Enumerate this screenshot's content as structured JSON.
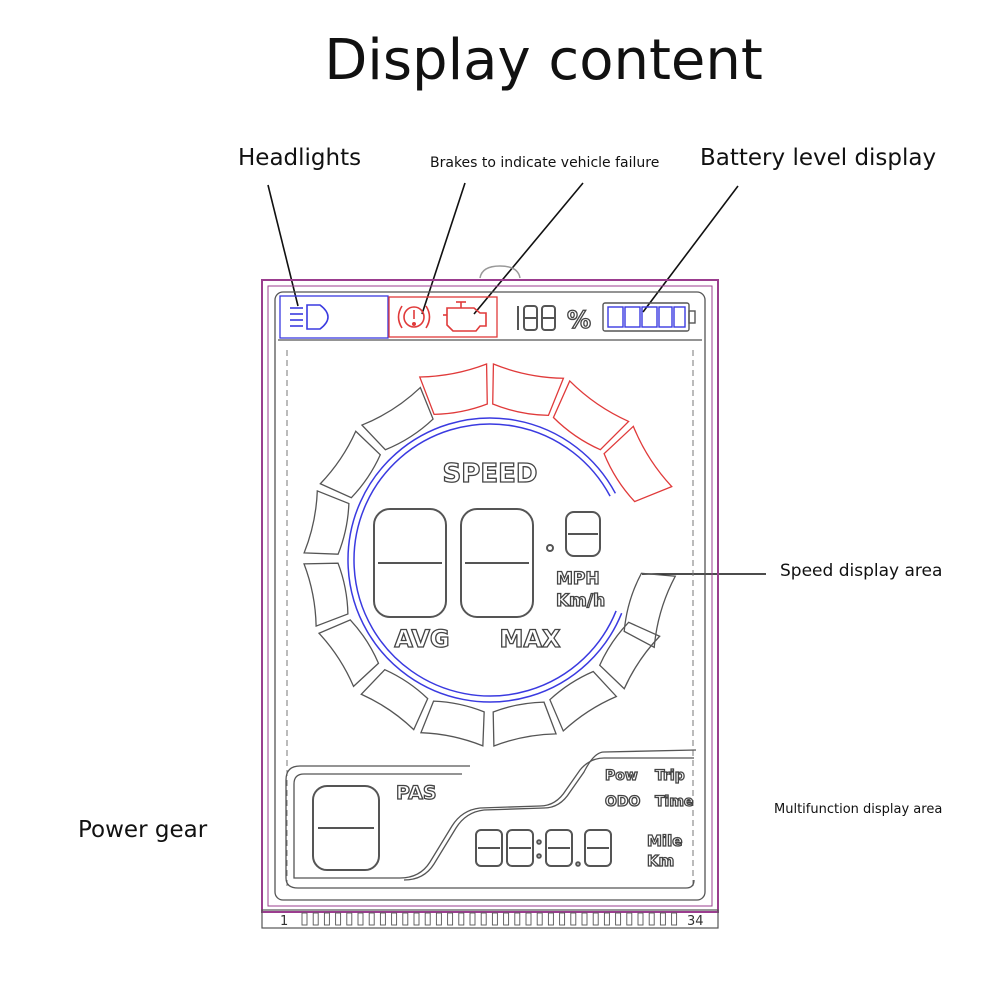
{
  "title": "Display content",
  "callouts": {
    "headlights": "Headlights",
    "brakes": "Brakes to indicate vehicle failure",
    "battery": "Battery level display",
    "speed_area": "Speed display area",
    "multifunction": "Multifunction display area",
    "power_gear": "Power gear"
  },
  "lcd": {
    "battery_percent_unit": "%",
    "speed_label": "SPEED",
    "unit_mph": "MPH",
    "unit_kmh": "Km/h",
    "avg": "AVG",
    "max": "MAX",
    "pas": "PAS",
    "pow": "Pow",
    "trip": "Trip",
    "odo": "ODO",
    "time": "Time",
    "mile": "Mile",
    "km": "Km",
    "pin_first": "1",
    "pin_last": "34"
  },
  "colors": {
    "frame": "#9b3d8f",
    "warning": "#e03a3a",
    "accent": "#3a3ae0",
    "outline": "#555555"
  },
  "icons": [
    "headlight-icon",
    "brake-warning-icon",
    "engine-fault-icon",
    "battery-icon"
  ]
}
